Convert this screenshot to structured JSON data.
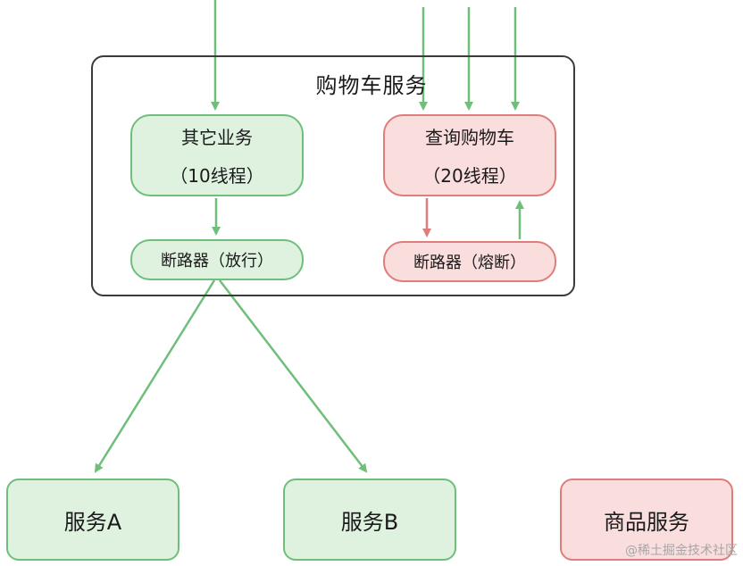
{
  "container": {
    "title": "购物车服务"
  },
  "nodes": {
    "other_business": {
      "line1": "其它业务",
      "line2": "（10线程）"
    },
    "query_cart": {
      "line1": "查询购物车",
      "line2": "（20线程）"
    },
    "breaker_open": {
      "label": "断路器（放行）"
    },
    "breaker_fused": {
      "label": "断路器（熔断）"
    },
    "service_a": {
      "label": "服务A"
    },
    "service_b": {
      "label": "服务B"
    },
    "product_service": {
      "label": "商品服务"
    }
  },
  "watermark": "@稀土掘金技术社区",
  "colors": {
    "green_fill": "#dff2e0",
    "green_stroke": "#6fbf7a",
    "red_fill": "#f9dedd",
    "red_stroke": "#de7d7b"
  }
}
